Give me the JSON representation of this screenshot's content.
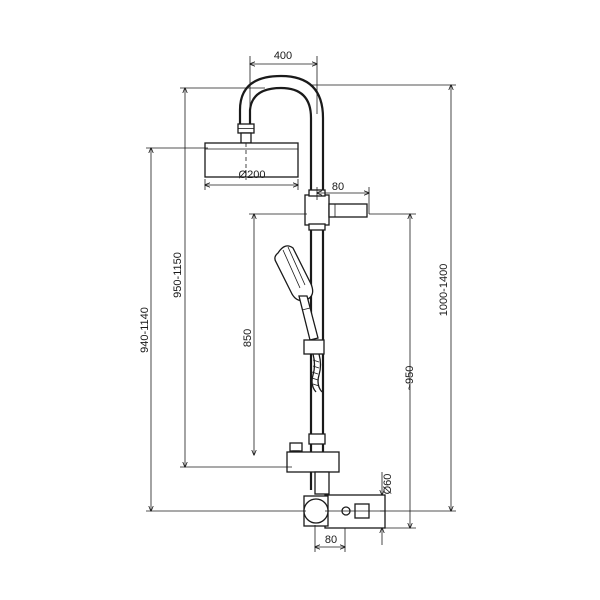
{
  "dimensions": {
    "arm_reach": "400",
    "head_diameter": "Ø200",
    "holder_width": "80",
    "total_height": "1000-1400",
    "arm_height": "950-1150",
    "head_height": "940-1140",
    "holder_height": "850",
    "bar_length": "~950",
    "valve_diameter": "Ø60",
    "valve_width": "80"
  },
  "colors": {
    "line": "#1a1a1a",
    "background": "#ffffff"
  }
}
